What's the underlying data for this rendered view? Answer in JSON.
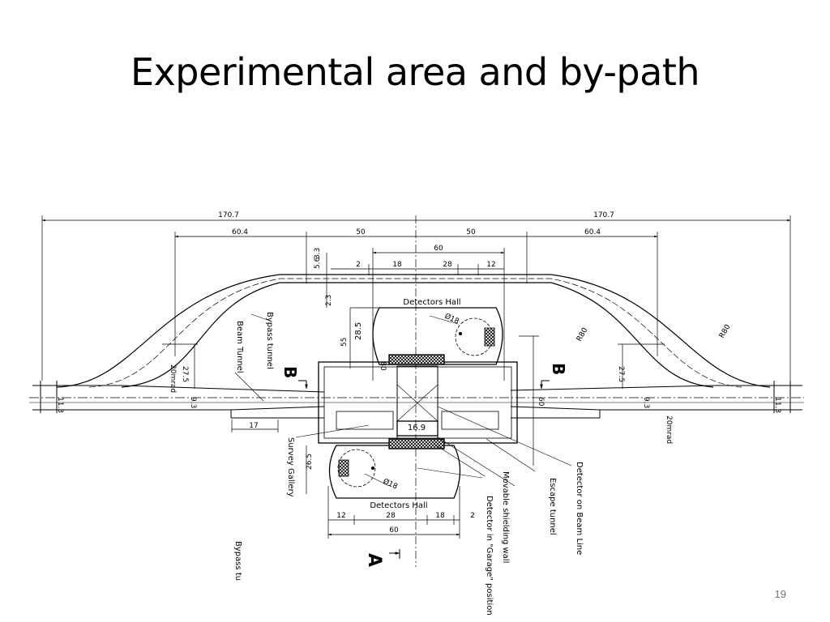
{
  "slide": {
    "title": "Experimental area and by-path",
    "number": "19"
  },
  "diagram": {
    "dims": {
      "overall_left": "170.7",
      "overall_right": "170.7",
      "left_60_4": "60.4",
      "left_50": "50",
      "right_50": "50",
      "right_60_4": "60.4",
      "top_60": "60",
      "top_2": "2",
      "top_18": "18",
      "top_28": "28",
      "top_12": "12",
      "v_3_3": "3.3",
      "v_5_6": "5.6",
      "v_2_3": "2.3",
      "v_28_5": "28.5",
      "v_55": "55",
      "v_60": "60",
      "left_27_5": "27.5",
      "right_27_5": "27.5",
      "left_9_3": "9.3",
      "right_9_3": "9.3",
      "left_11_3": "11.3",
      "right_11_3": "11.3",
      "left_20mrad": "20mrad",
      "right_20mrad": "20mrad",
      "r80_inner": "R80",
      "r80_outer": "R80",
      "d17": "17",
      "d16_9": "16.9",
      "v_26_5": "26.5",
      "d_upper": "Ø18",
      "d_lower": "Ø18",
      "bot_12": "12",
      "bot_28": "28",
      "bot_18": "18",
      "bot_2": "2",
      "bot_60": "60",
      "v_mid": "80"
    },
    "labels": {
      "detectors_hall_top": "Detectors Hall",
      "detectors_hall_bottom": "Detectors Hall",
      "bypass_tunnel": "Bypass tunnel",
      "beam_tunnel": "Beam Tunnel",
      "survey_gallery": "Survey Gallery",
      "movable_shielding": "Movable shielding wall",
      "detector_garage": "Detector in \"Garage\" position",
      "escape_tunnel": "Escape tunnel",
      "detector_beam_line": "Detector on Beam Line",
      "bypass_tu": "Bypass tu",
      "section_b_left": "B",
      "section_b_right": "B",
      "section_a": "A"
    }
  }
}
